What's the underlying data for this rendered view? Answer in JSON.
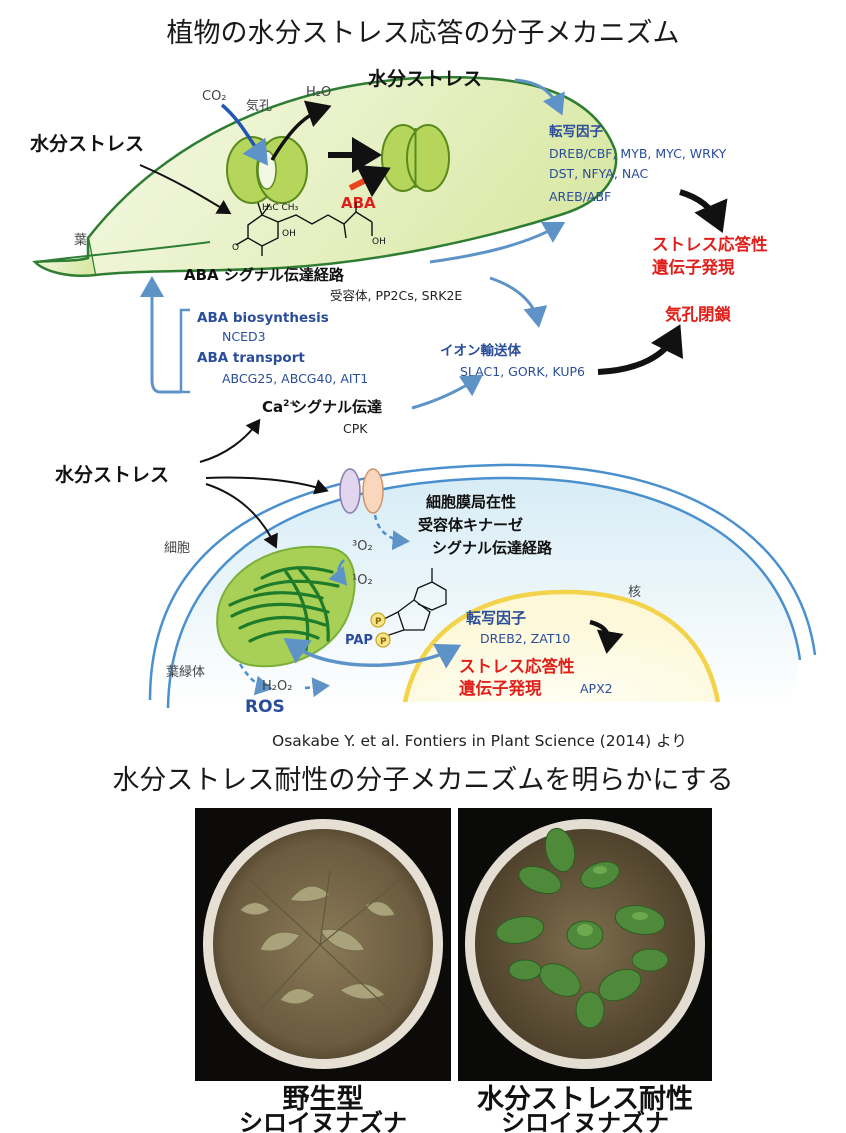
{
  "title": "植物の水分ストレス応答の分子メカニズム",
  "top": {
    "stress_top": "水分ストレス",
    "stress_left": "水分ストレス",
    "co2": "CO₂",
    "stomata": "気孔",
    "h2o": "H₂O",
    "aba_red": "ABA",
    "leaf": "葉",
    "aba_pathway": "ABA シグナル伝達経路",
    "receptors": "受容体, PP2Cs, SRK2E"
  },
  "tf_block": {
    "header": "転写因子",
    "line1": "DREB/CBF, MYB, MYC, WRKY",
    "line2": "DST, NFYA, NAC",
    "line3": "AREB/ABF"
  },
  "stress_gene_expr_1": "ストレス応答性",
  "stress_gene_expr_2": "遺伝子発現",
  "stomatal_closure": "気孔閉鎖",
  "biosynthesis": {
    "title": "ABA biosynthesis",
    "gene": "NCED3",
    "transport_title": "ABA transport",
    "transport_genes": "ABCG25, ABCG40, AIT1"
  },
  "ion": {
    "title": "イオン輸送体",
    "genes": "SLAC1, GORK, KUP6"
  },
  "ca_signal": "シグナル伝達",
  "ca_prefix": "Ca",
  "ca_sup": "2+",
  "cpk": "CPK",
  "cell": {
    "stress": "水分ストレス",
    "membrane_1": "細胞膜局在性",
    "membrane_2": "受容体キナーゼ",
    "membrane_3": "シグナル伝達経路",
    "cell_label": "細胞",
    "o2_triplet": "³O₂",
    "o2_singlet": "¹O₂",
    "nucleus": "核",
    "pap": "PAP",
    "p": "P",
    "tf": "転写因子",
    "tf_genes": "DREB2, ZAT10",
    "gene_expr_1": "ストレス応答性",
    "gene_expr_2": "遺伝子発現",
    "apx2": "APX2",
    "chloroplast": "葉緑体",
    "h2o2": "H₂O₂",
    "ros": "ROS"
  },
  "citation": "Osakabe Y. et al. Fontiers in Plant Science (2014) より",
  "subtitle": "水分ストレス耐性の分子メカニズムを明らかにする",
  "photos": {
    "left_1": "野生型",
    "left_2": "シロイヌナズナ",
    "right_1": "水分ストレス耐性",
    "right_2": "シロイヌナズナ"
  }
}
